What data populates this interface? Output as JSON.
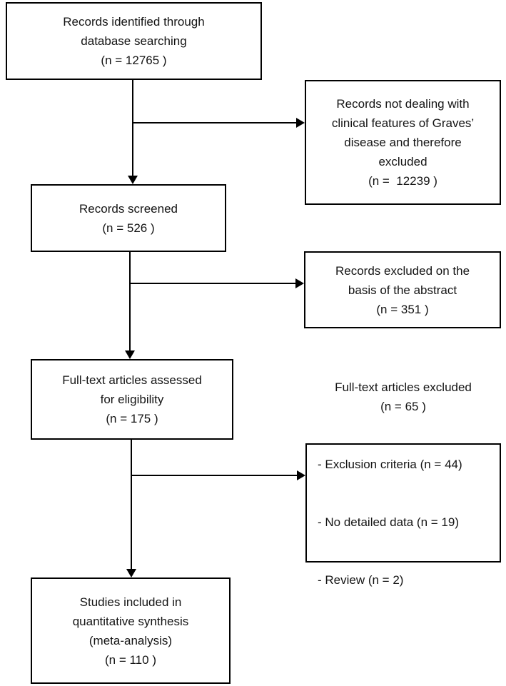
{
  "figure": {
    "type": "flowchart",
    "background_color": "#ffffff",
    "line_color": "#000000",
    "text_color": "#141414",
    "boxes": [
      {
        "id": "records-identified",
        "text": "Records identified through\ndatabase searching\n(n = 12765 )"
      },
      {
        "id": "records-not-dealing",
        "text": "Records not dealing with\nclinical features of Graves’\ndisease and therefore\nexcluded\n(n =  12239 )"
      },
      {
        "id": "records-screened",
        "text": "Records screened\n(n = 526 )"
      },
      {
        "id": "records-excluded-abstract",
        "text": "Records excluded on the\nbasis of the abstract\n(n = 351 )"
      },
      {
        "id": "fulltext-assessed",
        "text": "Full-text articles assessed\nfor eligibility\n(n = 175 )"
      },
      {
        "id": "fulltext-excluded",
        "title": "Full-text articles excluded\n(n = 65 )",
        "items": [
          "- Exclusion criteria (n = 44)",
          "- No detailed data (n = 19)",
          "- Review (n = 2)"
        ]
      },
      {
        "id": "studies-included",
        "text": "Studies included in\nquantitative synthesis\n(meta-analysis)\n(n = 110 )"
      }
    ],
    "connectors": [
      {
        "from": "records-identified",
        "to": "records-screened",
        "direction": "down"
      },
      {
        "from": "records-identified",
        "to": "records-not-dealing",
        "direction": "right"
      },
      {
        "from": "records-screened",
        "to": "fulltext-assessed",
        "direction": "down"
      },
      {
        "from": "records-screened",
        "to": "records-excluded-abstract",
        "direction": "right"
      },
      {
        "from": "fulltext-assessed",
        "to": "studies-included",
        "direction": "down"
      },
      {
        "from": "fulltext-assessed",
        "to": "fulltext-excluded",
        "direction": "right"
      }
    ]
  }
}
